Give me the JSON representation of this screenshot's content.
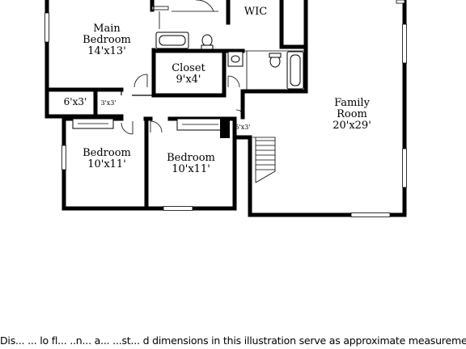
{
  "rooms": {
    "main_bedroom": {
      "name_line1": "Main",
      "name_line2": "Bedroom",
      "size": "14'x13'"
    },
    "wic": {
      "name": "WIC"
    },
    "closet": {
      "name": "Closet",
      "size": "9'x4'"
    },
    "family_room": {
      "name_line1": "Family",
      "name_line2": "Room",
      "size": "20'x29'"
    },
    "hall_closet_a": {
      "size": "6'x3'"
    },
    "hall_closet_b": {
      "size": "3'x3'"
    },
    "stair_closet": {
      "size": "5'x3'"
    },
    "bedroom_left": {
      "name": "Bedroom",
      "size": "10'x11'"
    },
    "bedroom_right": {
      "name": "Bedroom",
      "size": "10'x11'"
    }
  },
  "disclaimer": "Dis... ... lo fl... ..n... a... ...st... d dimensions in this illustration serve as approximate measurements",
  "colors": {
    "wall": "#000000",
    "background": "#ffffff"
  }
}
